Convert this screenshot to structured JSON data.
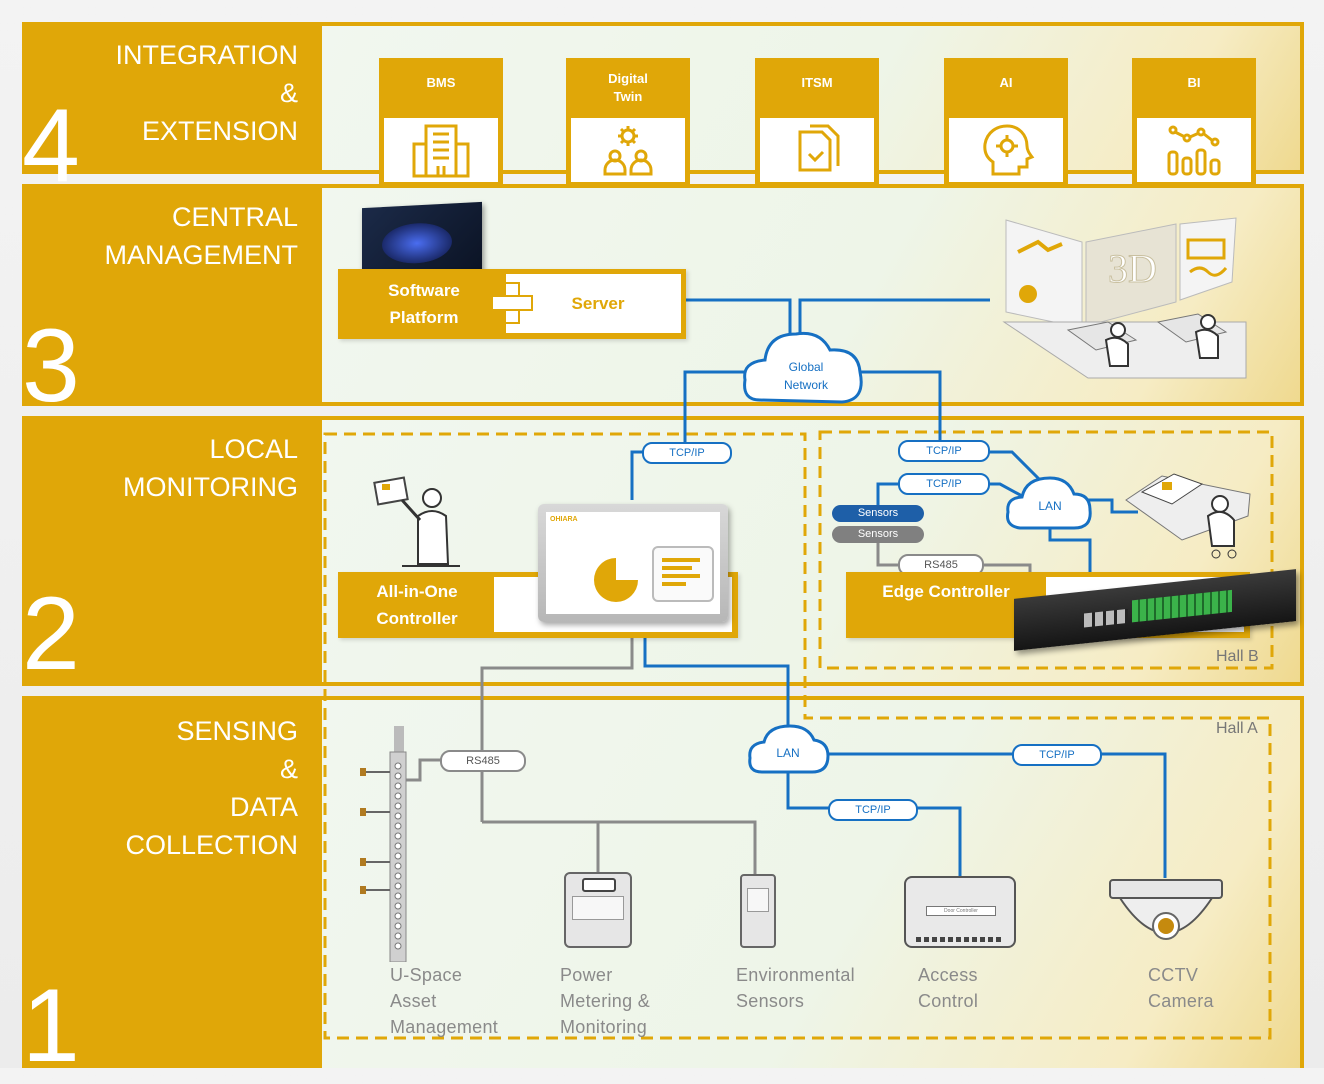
{
  "layers": [
    {
      "number": "4",
      "title_lines": [
        "INTEGRATION",
        "&",
        "EXTENSION"
      ]
    },
    {
      "number": "3",
      "title_lines": [
        "CENTRAL",
        "MANAGEMENT"
      ]
    },
    {
      "number": "2",
      "title_lines": [
        "LOCAL",
        "MONITORING"
      ]
    },
    {
      "number": "1",
      "title_lines": [
        "SENSING",
        "&",
        "DATA",
        "COLLECTION"
      ]
    }
  ],
  "integrations": [
    {
      "label": "BMS",
      "icon": "building-icon"
    },
    {
      "label": "Digital Twin",
      "icon": "gear-people-icon"
    },
    {
      "label": "ITSM",
      "icon": "documents-icon"
    },
    {
      "label": "AI",
      "icon": "brain-gear-icon"
    },
    {
      "label": "BI",
      "icon": "analytics-icon"
    }
  ],
  "central": {
    "software_platform": "Software Platform",
    "server": "Server",
    "global_network": "Global Network"
  },
  "local": {
    "all_in_one": "All-in-One Controller",
    "edge": "Edge Controller",
    "controller_brand": "OHIARA",
    "lan": "LAN",
    "sensors_1": "Sensors",
    "sensors_2": "Sensors",
    "rs485": "RS485",
    "hall_b": "Hall B"
  },
  "protocols": {
    "tcpip": "TCP/IP",
    "lan": "LAN",
    "rs485": "RS485"
  },
  "sensing": {
    "hall_a": "Hall A",
    "devices": [
      {
        "lines": [
          "U-Space",
          "Asset",
          "Management"
        ]
      },
      {
        "lines": [
          "Power",
          "Metering &",
          "Monitoring"
        ]
      },
      {
        "lines": [
          "Environmental",
          "Sensors"
        ]
      },
      {
        "lines": [
          "Access",
          "Control"
        ]
      },
      {
        "lines": [
          "CCTV",
          "Camera"
        ]
      }
    ],
    "door_controller_text": "Door Controller"
  },
  "colors": {
    "accent": "#e0a708",
    "network_blue": "#1670c3",
    "serial_grey": "#8a8a8a"
  }
}
